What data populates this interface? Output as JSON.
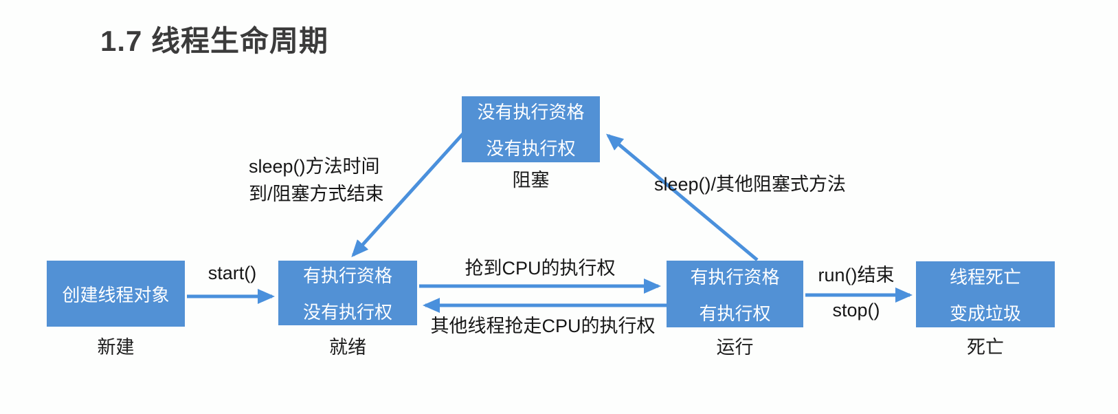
{
  "title": "1.7 线程生命周期",
  "colors": {
    "background": "#fdfefd",
    "box_fill": "#5291d5",
    "box_text": "#ffffff",
    "arrow": "#4a90dc",
    "title_text": "#3b3b3b",
    "label_text": "#1c1c1c",
    "edge_text": "#161616"
  },
  "states": [
    {
      "id": "new",
      "lines": [
        "创建线程对象"
      ],
      "label": "新建"
    },
    {
      "id": "ready",
      "lines": [
        "有执行资格",
        "没有执行权"
      ],
      "label": "就绪"
    },
    {
      "id": "blocked",
      "lines": [
        "没有执行资格",
        "没有执行权"
      ],
      "label": "阻塞"
    },
    {
      "id": "running",
      "lines": [
        "有执行资格",
        "有执行权"
      ],
      "label": "运行"
    },
    {
      "id": "dead",
      "lines": [
        "线程死亡",
        "变成垃圾"
      ],
      "label": "死亡"
    }
  ],
  "transitions": [
    {
      "id": "start",
      "from": "new",
      "to": "ready",
      "label": "start()"
    },
    {
      "id": "acquire-cpu",
      "from": "ready",
      "to": "running",
      "label": "抢到CPU的执行权"
    },
    {
      "id": "lose-cpu",
      "from": "running",
      "to": "ready",
      "label": "其他线程抢走CPU的执行权"
    },
    {
      "id": "run-end",
      "from": "running",
      "to": "dead",
      "label_top": "run()结束",
      "label_bottom": "stop()"
    },
    {
      "id": "wake-up",
      "from": "blocked",
      "to": "ready",
      "label_line1": "sleep()方法时间",
      "label_line2": "到/阻塞方式结束"
    },
    {
      "id": "go-block",
      "from": "running",
      "to": "blocked",
      "label": "sleep()/其他阻塞式方法"
    }
  ]
}
